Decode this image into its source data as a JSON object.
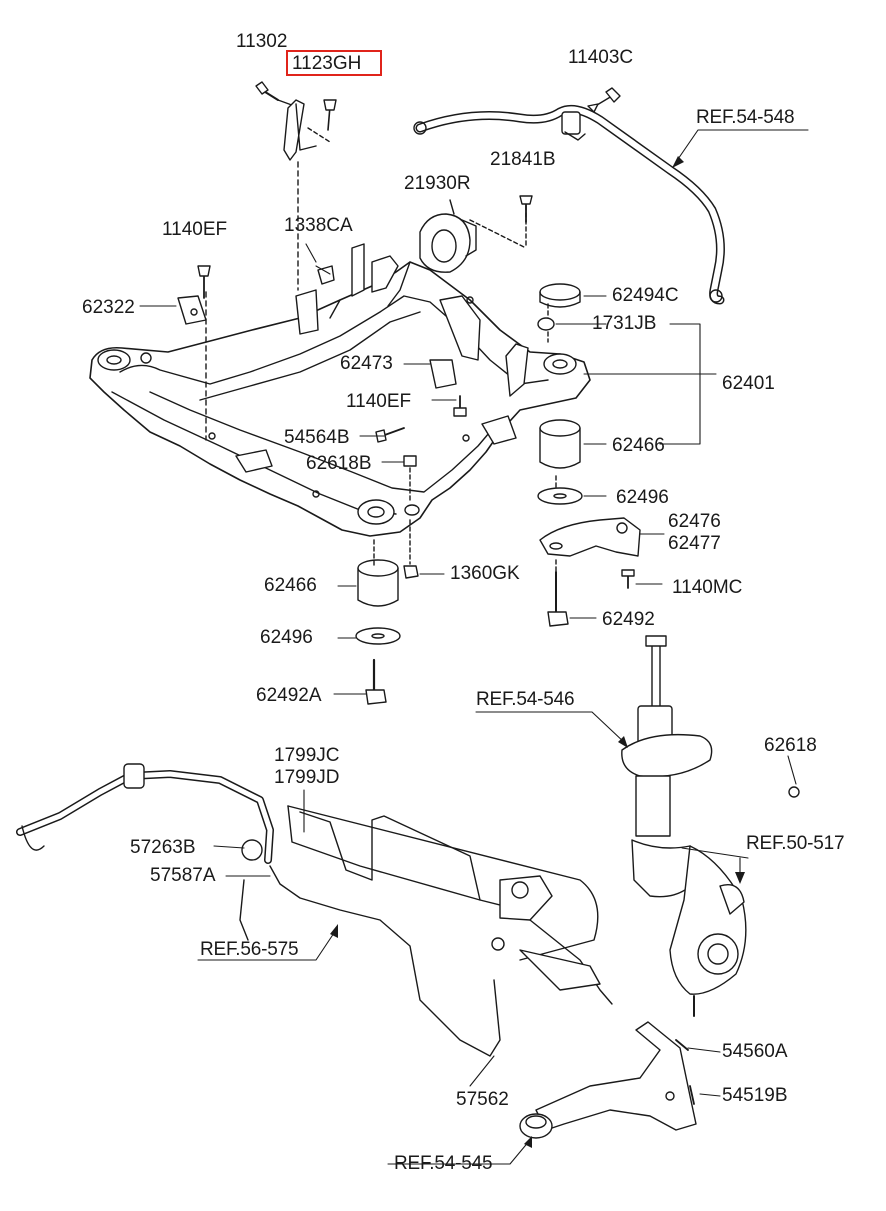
{
  "diagram": {
    "highlight_color": "#e0241b",
    "line_color": "#1a1a1a",
    "highlighted_part": "1123GH",
    "labels": {
      "p11302": "11302",
      "p1123GH": "1123GH",
      "p11403C": "11403C",
      "ref54548": "REF.54-548",
      "p21841B": "21841B",
      "p21930R": "21930R",
      "p1140EF_a": "1140EF",
      "p1338CA": "1338CA",
      "p62322": "62322",
      "p62494C": "62494C",
      "p1731JB": "1731JB",
      "p62401": "62401",
      "p62473": "62473",
      "p1140EF_b": "1140EF",
      "p54564B": "54564B",
      "p62466_a": "62466",
      "p62618B": "62618B",
      "p62496_a": "62496",
      "p62476": "62476",
      "p62477": "62477",
      "p62466_b": "62466",
      "p1360GK": "1360GK",
      "p1140MC": "1140MC",
      "p62492": "62492",
      "p62496_b": "62496",
      "p62492A": "62492A",
      "ref54546": "REF.54-546",
      "p62618": "62618",
      "p1799JC": "1799JC",
      "p1799JD": "1799JD",
      "p57263B": "57263B",
      "p57587A": "57587A",
      "ref50517": "REF.50-517",
      "ref56575": "REF.56-575",
      "p54560A": "54560A",
      "p54519B": "54519B",
      "p57562": "57562",
      "ref54545": "REF.54-545"
    }
  }
}
